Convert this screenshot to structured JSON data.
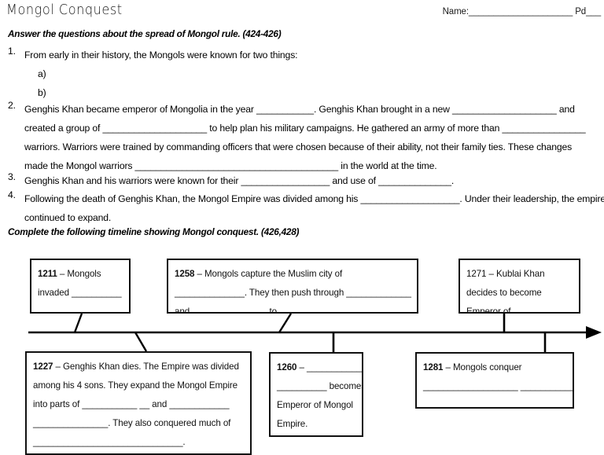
{
  "header": {
    "title": "Mongol Conquest",
    "name_field": "Name:_____________________  Pd___"
  },
  "directions": {
    "part1": "Answer the questions about the spread of Mongol rule.  (424-426)",
    "part2": "Complete the following timeline showing Mongol conquest.  (426,428)"
  },
  "questions": [
    {
      "number": "1.",
      "lines": [
        "From early in their history, the Mongols were known for two things:"
      ],
      "subitems": [
        "a)",
        "b)"
      ]
    },
    {
      "number": "2.",
      "lines": [
        "Genghis Khan became emperor of Mongolia in the year ___________.  Genghis Khan brought in a new ____________________ and",
        "created a group of ____________________ to help plan his military campaigns.  He gathered an army of more than ________________",
        "warriors.  Warriors were trained by commanding officers that were chosen because of their ability, not their family ties.  These changes",
        "made the Mongol warriors _______________________________________ in the world at the time."
      ],
      "subitems": []
    },
    {
      "number": "3.",
      "lines": [
        "Genghis Khan and his warriors were known for their _________________ and use of ______________."
      ],
      "subitems": []
    },
    {
      "number": "4.",
      "lines": [
        "Following the death of Genghis Khan, the Mongol Empire was divided among his ___________________.  Under their leadership, the empire",
        "continued to expand."
      ],
      "subitems": []
    }
  ],
  "timeline": {
    "events": [
      {
        "year": "1211",
        "lines": [
          " – Mongols",
          "invaded __________"
        ]
      },
      {
        "year": "1258",
        "lines": [
          " – Mongols capture the Muslim city of",
          "______________.  They then push through _____________",
          "and _______________ to ___________."
        ]
      },
      {
        "year": "1271",
        "lines": [
          " – Kublai Khan",
          "decides to become",
          "Emperor of ___________."
        ]
      },
      {
        "year": "1227",
        "lines": [
          " – Genghis Khan dies.  The Empire was divided",
          "among his 4 sons.  They expand the Mongol Empire",
          "into parts of ___________ __ and ____________",
          "_______________.  They also conquered much of",
          "______________________________."
        ]
      },
      {
        "year": "1260",
        "lines": [
          " – ______________",
          "__________ becomes",
          "Emperor of Mongol",
          "Empire."
        ]
      },
      {
        "year": "1281",
        "lines": [
          " – Mongols conquer",
          "___________________  ______________."
        ]
      }
    ],
    "axis_label": "timeline-arrow"
  },
  "colors": {
    "ink": "#000000",
    "box_border": "#111111",
    "paper": "#ffffff"
  }
}
